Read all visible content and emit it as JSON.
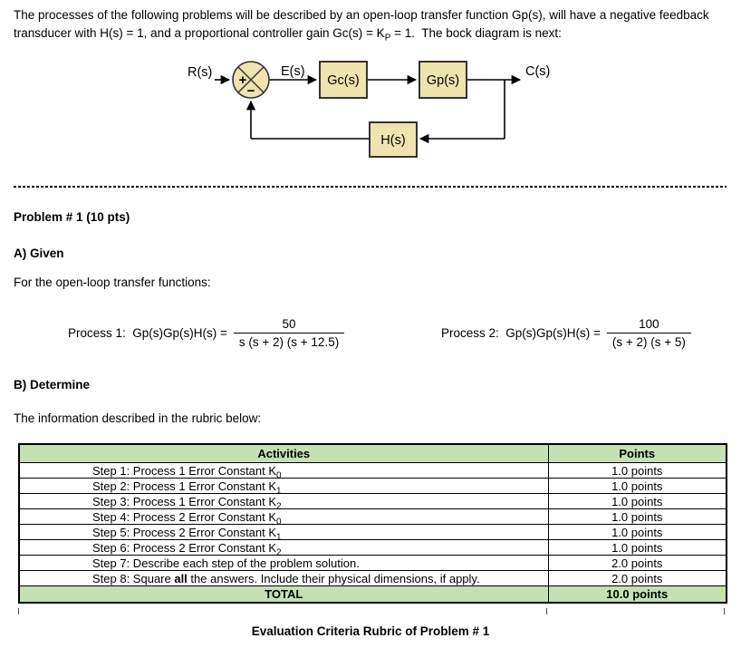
{
  "intro": {
    "line1": "The processes of the following problems will be described by an open-loop transfer function Gp(s), will have a negative feedback",
    "line2_pre": "transducer with H(s) = 1, and a proportional controller gain Gc(s) = K",
    "line2_sub": "P",
    "line2_post": " = 1.  The bock diagram is next:"
  },
  "diagram": {
    "input_label": "R(s)",
    "error_label": "E(s)",
    "output_label": "C(s)",
    "controller_label": "Gc(s)",
    "process_label": "Gp(s)",
    "feedback_label": "H(s)",
    "plus_sign": "+",
    "minus_sign": "−",
    "colors": {
      "block_fill": "#EFE3AE",
      "block_border": "#333333",
      "line": "#000000"
    }
  },
  "problem": {
    "title": "Problem # 1 (10 pts)",
    "given_heading": "A) Given",
    "given_text": "For the open-loop transfer functions:",
    "determine_heading": "B) Determine",
    "determine_text": "The information described in the rubric below:"
  },
  "equations": [
    {
      "label": "Process 1:  Gp(s)Gp(s)H(s) =",
      "numerator": "50",
      "denominator": "s (s + 2) (s + 12.5)"
    },
    {
      "label": "Process 2:  Gp(s)Gp(s)H(s) =",
      "numerator": "100",
      "denominator": "(s + 2) (s + 5)"
    }
  ],
  "rubric": {
    "header": {
      "activities": "Activities",
      "points": "Points"
    },
    "rows": [
      {
        "pre": "Step 1: Process 1 Error Constant K",
        "sub": "0",
        "points": "1.0 points"
      },
      {
        "pre": "Step 2: Process 1 Error Constant K",
        "sub": "1",
        "points": "1.0 points"
      },
      {
        "pre": "Step 3: Process 1 Error Constant K",
        "sub": "2",
        "points": "1.0 points"
      },
      {
        "pre": "Step 4: Process 2 Error Constant K",
        "sub": "0",
        "points": "1.0 points"
      },
      {
        "pre": "Step 5: Process 2 Error Constant K",
        "sub": "1",
        "points": "1.0 points"
      },
      {
        "pre": "Step 6: Process 2 Error Constant K",
        "sub": "2",
        "points": "1.0 points"
      },
      {
        "pre": "Step 7: Describe each step of the problem solution.",
        "points": "2.0 points"
      },
      {
        "pre": "Step 8: Square ",
        "bold": "all",
        "post": " the answers. Include their physical dimensions, if apply.",
        "points": "2.0 points"
      }
    ],
    "total": {
      "label": "TOTAL",
      "points": "10.0 points"
    },
    "header_color": "#C5E0B3"
  },
  "caption": "Evaluation Criteria Rubric of Problem # 1"
}
